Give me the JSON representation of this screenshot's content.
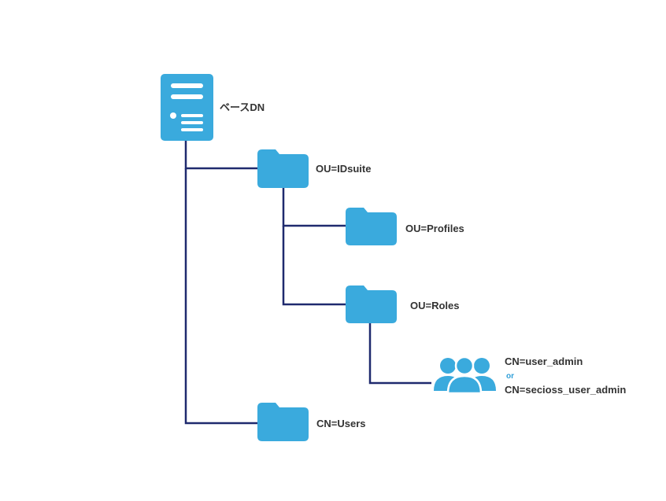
{
  "colors": {
    "icon_fill": "#3aaadd",
    "connector": "#1f2a6e",
    "label_text": "#333333",
    "or_text": "#2f9fd8"
  },
  "tree": {
    "root": {
      "label": "ベースDN",
      "icon": "server-icon"
    },
    "idsuite": {
      "label": "OU=IDsuite",
      "icon": "folder-icon"
    },
    "profiles": {
      "label": "OU=Profiles",
      "icon": "folder-icon"
    },
    "roles": {
      "label": "OU=Roles",
      "icon": "folder-icon"
    },
    "admin_group": {
      "icon": "user-group-icon",
      "label_primary": "CN=user_admin",
      "separator": "or",
      "label_alternate": "CN=secioss_user_admin"
    },
    "users": {
      "label": "CN=Users",
      "icon": "folder-icon"
    }
  }
}
